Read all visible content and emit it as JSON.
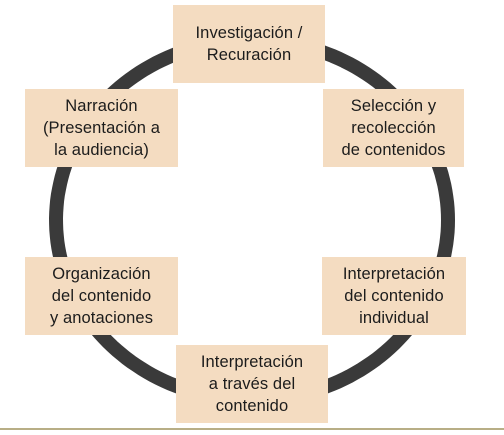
{
  "diagram": {
    "stages": [
      {
        "id": "investigacion",
        "lines": [
          "Investigación /",
          "Recuración"
        ]
      },
      {
        "id": "seleccion",
        "lines": [
          "Selección y",
          "recolección",
          "de contenidos"
        ]
      },
      {
        "id": "interpretacion-individual",
        "lines": [
          "Interpretación",
          "del contenido",
          "individual"
        ]
      },
      {
        "id": "interpretacion-a-traves",
        "lines": [
          "Interpretación",
          "a través del",
          "contenido"
        ]
      },
      {
        "id": "organizacion",
        "lines": [
          "Organización",
          "del contenido",
          "y anotaciones"
        ]
      },
      {
        "id": "narracion",
        "lines": [
          "Narración",
          "(Presentación a",
          "la audiencia)"
        ]
      }
    ],
    "colors": {
      "node_fill": "#f4dcc1",
      "cycle_arrow": "#3a3a3a",
      "text": "#1c1c1c",
      "rule": "#b8ae86"
    }
  }
}
